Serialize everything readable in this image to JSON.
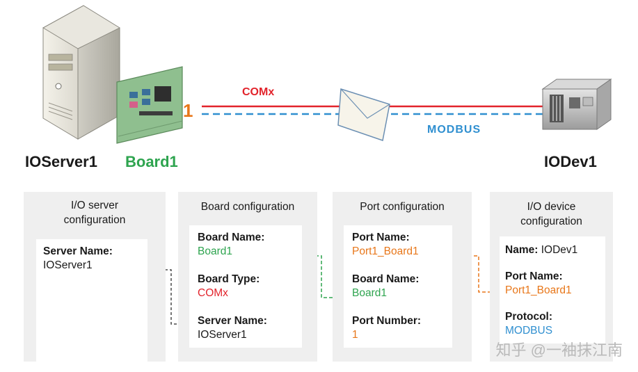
{
  "diagram": {
    "server_label": "IOServer1",
    "board_label": "Board1",
    "port_number": "1",
    "link_label": "COMx",
    "protocol_label": "MODBUS",
    "device_label": "IODev1"
  },
  "panels": {
    "server": {
      "title_line1": "I/O server",
      "title_line2": "configuration",
      "server_name_label": "Server Name:",
      "server_name_value": "IOServer1"
    },
    "board": {
      "title": "Board configuration",
      "board_name_label": "Board Name:",
      "board_name_value": "Board1",
      "board_type_label": "Board Type:",
      "board_type_value": "COMx",
      "server_name_label": "Server Name:",
      "server_name_value": "IOServer1"
    },
    "port": {
      "title": "Port configuration",
      "port_name_label": "Port Name:",
      "port_name_value": "Port1_Board1",
      "board_name_label": "Board Name:",
      "board_name_value": "Board1",
      "port_number_label": "Port Number:",
      "port_number_value": "1"
    },
    "device": {
      "title_line1": "I/O device",
      "title_line2": "configuration",
      "name_label": "Name:",
      "name_value": "IODev1",
      "port_name_label": "Port Name:",
      "port_name_value": "Port1_Board1",
      "protocol_label": "Protocol:",
      "protocol_value": "MODBUS"
    }
  },
  "watermark": "知乎 @一袖抹江南",
  "colors": {
    "green": "#2ea44f",
    "red": "#e2232b",
    "orange": "#e8771a",
    "blue": "#2f8fd0",
    "panel_bg": "#efefef"
  }
}
